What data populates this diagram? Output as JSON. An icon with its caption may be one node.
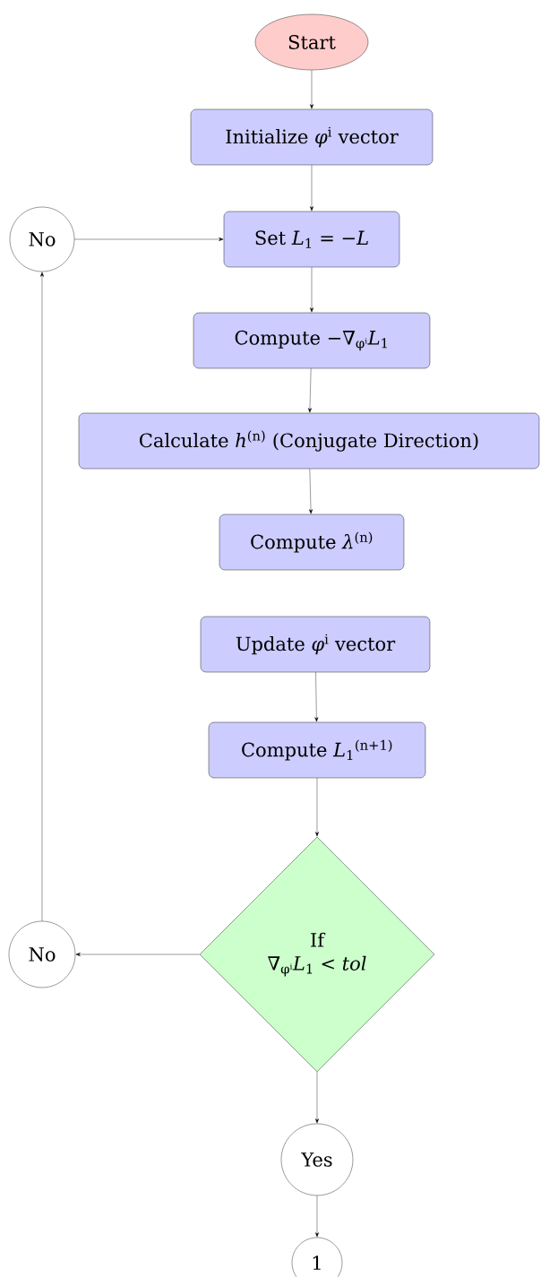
{
  "diagram": {
    "nodes": [
      {
        "text": [
          "Start"
        ]
      },
      {
        "text": [
          "Initialize *φ*$^{i}$ vector"
        ]
      },
      {
        "text": [
          "Set *L*$_{1}$ = −*L*"
        ]
      },
      {
        "text": [
          "Compute −∇$_{φⁱ}$*L*$_{1}$"
        ]
      },
      {
        "text": [
          "Calculate *h*$^{(n)}$ (Conjugate Direction)"
        ]
      },
      {
        "text": [
          "Compute *λ*$^{(n)}$"
        ]
      },
      {
        "text": [
          "Update *φ*$^{i}$ vector"
        ]
      },
      {
        "text": [
          "Compute *L*$_{1}$$^{(n+1)}$"
        ]
      },
      {
        "text": [
          "If",
          "∇$_{φⁱ}$*L*$_{1}$ < *tol*"
        ]
      },
      {
        "text": [
          "No"
        ]
      },
      {
        "text": [
          "No"
        ]
      },
      {
        "text": [
          "Yes"
        ]
      },
      {
        "text": [
          "1"
        ]
      }
    ],
    "edges": [
      {
        "from": 0,
        "to": 1,
        "arrow": "to"
      },
      {
        "from": 1,
        "to": 2,
        "arrow": "to"
      },
      {
        "from": 2,
        "to": 3,
        "arrow": "to"
      },
      {
        "from": 3,
        "to": 4,
        "arrow": "to"
      },
      {
        "from": 4,
        "to": 5,
        "arrow": "to"
      },
      {
        "from": 6,
        "to": 7,
        "arrow": "to"
      },
      {
        "from": 7,
        "to": 8,
        "arrow": "to"
      },
      {
        "from": 8,
        "to": 10,
        "arrow": "to"
      },
      {
        "from": 10,
        "to": 9,
        "arrow": "to"
      },
      {
        "from": 9,
        "to": 2,
        "arrow": "to"
      },
      {
        "from": 8,
        "to": 11,
        "arrow": "to"
      },
      {
        "from": 11,
        "to": 12,
        "arrow": "to"
      }
    ]
  }
}
